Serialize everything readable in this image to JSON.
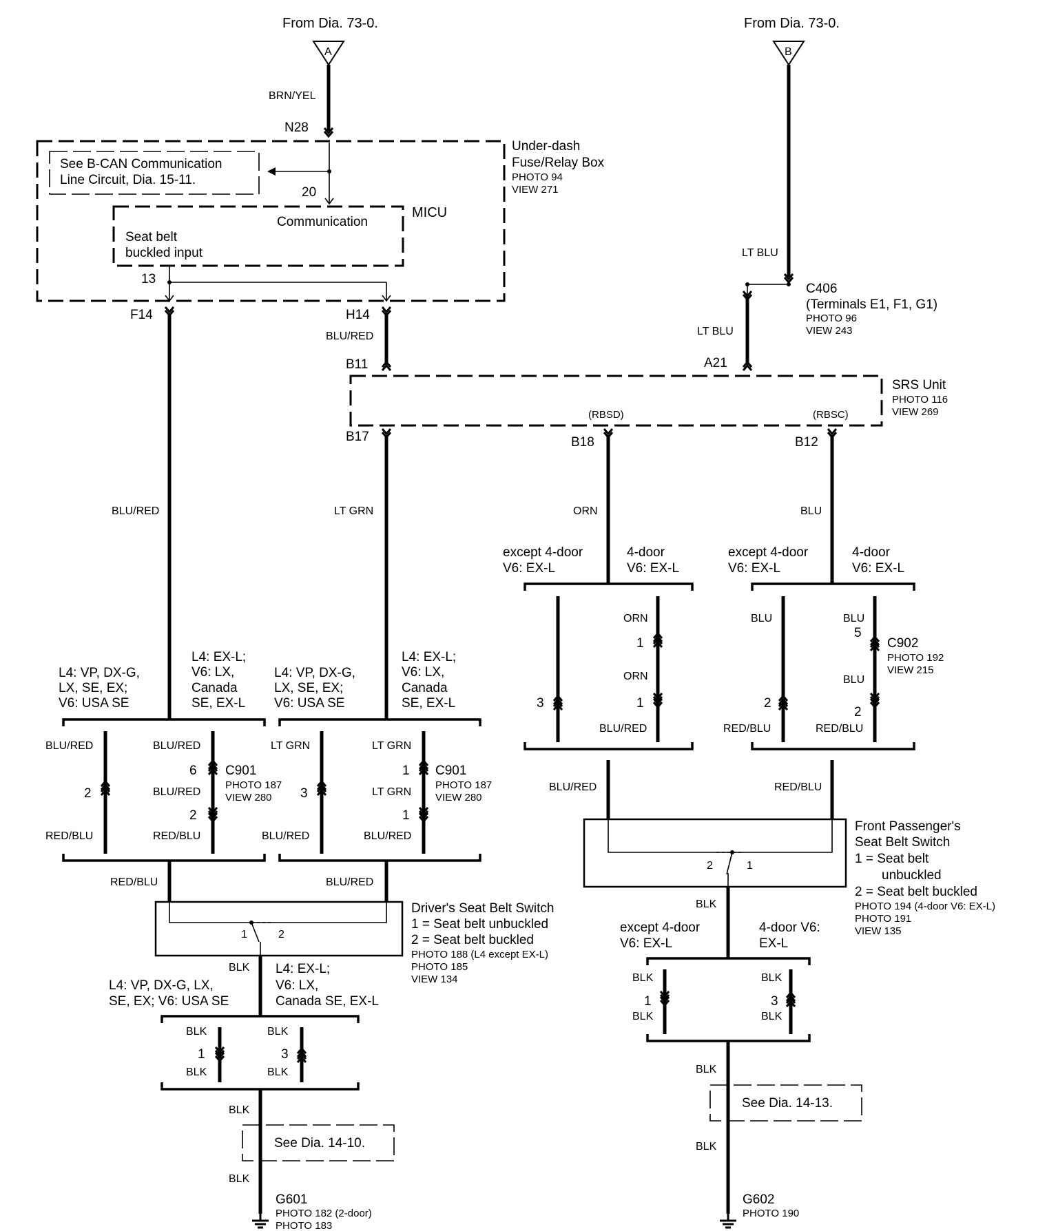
{
  "refs": {
    "from_a": "From Dia. 73-0.",
    "from_b": "From Dia. 73-0.",
    "conn_a": "A",
    "conn_b": "B",
    "bcan": [
      "See B-CAN Communication",
      "Line Circuit, Dia. 15-11."
    ],
    "dia_14_10": "See Dia. 14-10.",
    "dia_14_13": "See Dia. 14-13."
  },
  "fuse_box": {
    "title": [
      "Under-dash",
      "Fuse/Relay Box"
    ],
    "photo": "PHOTO 94",
    "view": "VIEW 271",
    "micu": "MICU",
    "communication": "Communication",
    "seatbelt_input": [
      "Seat belt",
      "buckled input"
    ],
    "pins": {
      "n28": "N28",
      "p20": "20",
      "p13": "13",
      "f14": "F14",
      "h14": "H14"
    }
  },
  "srs": {
    "title": "SRS Unit",
    "photo": "PHOTO 116",
    "view": "VIEW 269",
    "rbsd": "(RBSD)",
    "rbsc": "(RBSC)",
    "pins": {
      "b11": "B11",
      "a21": "A21",
      "b17": "B17",
      "b18": "B18",
      "b12": "B12"
    }
  },
  "c406": {
    "name": "C406",
    "terminals": "(Terminals E1, F1, G1)",
    "photo": "PHOTO 96",
    "view": "VIEW 243"
  },
  "wires": {
    "brn_yel": "BRN/YEL",
    "lt_blu": "LT BLU",
    "blu_red": "BLU/RED",
    "red_blu": "RED/BLU",
    "lt_grn": "LT GRN",
    "orn": "ORN",
    "blu": "BLU",
    "blk": "BLK"
  },
  "variants": {
    "l4_vp": [
      "L4: VP, DX-G,",
      "LX, SE, EX;",
      "V6: USA SE"
    ],
    "l4_exl": [
      "L4: EX-L;",
      "V6: LX,",
      "Canada",
      "SE, EX-L"
    ],
    "except_4door": [
      "except 4-door",
      "V6: EX-L"
    ],
    "four_door": [
      "4-door",
      "V6: EX-L"
    ],
    "drv_gnd_left": [
      "L4: VP, DX-G, LX,",
      "SE, EX; V6: USA SE"
    ],
    "drv_gnd_right": [
      "L4: EX-L;",
      "V6: LX,",
      "Canada SE, EX-L"
    ],
    "pass_gnd_left": [
      "except 4-door",
      "V6: EX-L"
    ],
    "pass_gnd_right": [
      "4-door V6:",
      "EX-L"
    ]
  },
  "c901": {
    "name": "C901",
    "photo": "PHOTO 187",
    "view": "VIEW 280"
  },
  "c902": {
    "name": "C902",
    "photo": "PHOTO 192",
    "view": "VIEW 215"
  },
  "pin_nums": {
    "p1": "1",
    "p2": "2",
    "p3": "3",
    "p5": "5",
    "p6": "6"
  },
  "driver_switch": {
    "title": "Driver's Seat Belt Switch",
    "legend": [
      "1 = Seat belt unbuckled",
      "2 = Seat belt buckled"
    ],
    "photos": [
      "PHOTO 188 (L4 except EX-L)",
      "PHOTO 185",
      "VIEW 134"
    ]
  },
  "pass_switch": {
    "title": [
      "Front Passenger's",
      "Seat Belt Switch"
    ],
    "legend": [
      "1 = Seat belt",
      "unbuckled",
      "2 = Seat belt buckled"
    ],
    "photos": [
      "PHOTO 194 (4-door V6: EX-L)",
      "PHOTO 191",
      "VIEW 135"
    ]
  },
  "grounds": {
    "g601": "G601",
    "g601_photos": [
      "PHOTO 182 (2-door)",
      "PHOTO 183"
    ],
    "g602": "G602",
    "g602_photo": "PHOTO 190"
  }
}
